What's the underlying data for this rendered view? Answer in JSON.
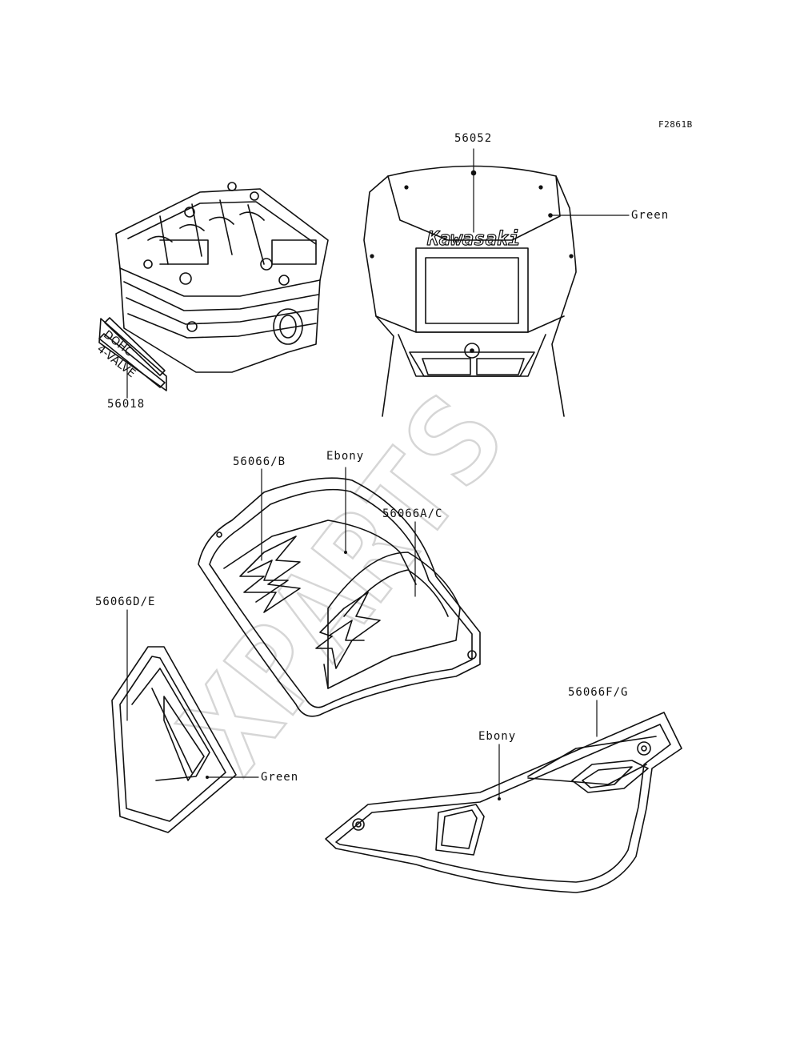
{
  "figure_code": "F2861B",
  "watermark": "XPARTS",
  "parts": {
    "head_cover": {
      "part_no": "56018",
      "decal_line1": "DOHC",
      "decal_line2": "4-VALVE"
    },
    "fairing": {
      "part_no": "56052",
      "brand": "Kawasaki",
      "color": "Green"
    },
    "tank": {
      "part_no_left": "56066/B",
      "part_no_right": "56066A/C",
      "color": "Ebony"
    },
    "small_cover": {
      "part_no": "56066D/E",
      "color": "Green"
    },
    "side_cover": {
      "part_no": "56066F/G",
      "color": "Ebony"
    }
  }
}
